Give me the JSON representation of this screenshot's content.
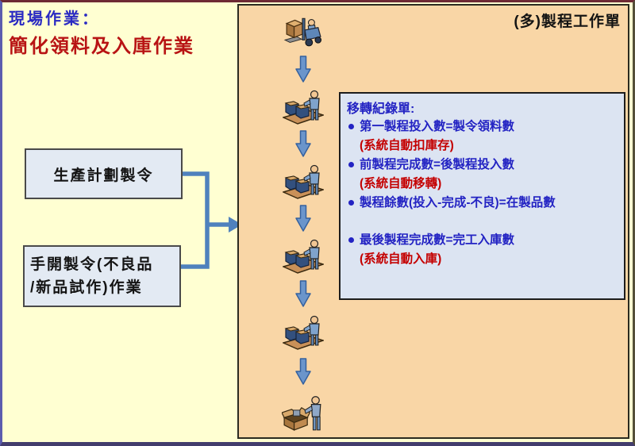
{
  "header": {
    "line1": "現場作業：",
    "line2": "簡化領料及入庫作業"
  },
  "left_boxes": {
    "production_order": {
      "label": "生產計劃製令"
    },
    "manual_order": {
      "line1": "手開製令(不良品",
      "line2": "/新品試作)作業"
    }
  },
  "panel": {
    "title": "(多)製程工作單"
  },
  "info_box": {
    "title": "移轉紀錄單:",
    "bullets": [
      {
        "main": "第一製程投入數=製令領料數",
        "note": "(系統自動扣庫存)"
      },
      {
        "main": "前製程完成數=後製程投入數",
        "note": "(系統自動移轉)"
      },
      {
        "main": "製程餘數(投入-完成-不良)=在製品數",
        "note": ""
      },
      {
        "main": "最後製程完成數=完工入庫數",
        "note": "(系統自動入庫)"
      }
    ]
  },
  "flow": {
    "steps": [
      "material-receive-forklift",
      "process-station-1",
      "process-station-2",
      "process-station-3",
      "process-station-4",
      "finished-goods-packing"
    ]
  },
  "colors": {
    "slide_background": "#FFFFD2",
    "panel_background": "#F9D6A6",
    "info_box_background": "#DCE4F2",
    "left_box_background": "#E3EAF3",
    "blue_text": "#2323C3",
    "red_text": "#C40000",
    "title_red": "#B81414",
    "title_blue": "#2A2AC2",
    "connector_blue": "#4F81BD"
  }
}
